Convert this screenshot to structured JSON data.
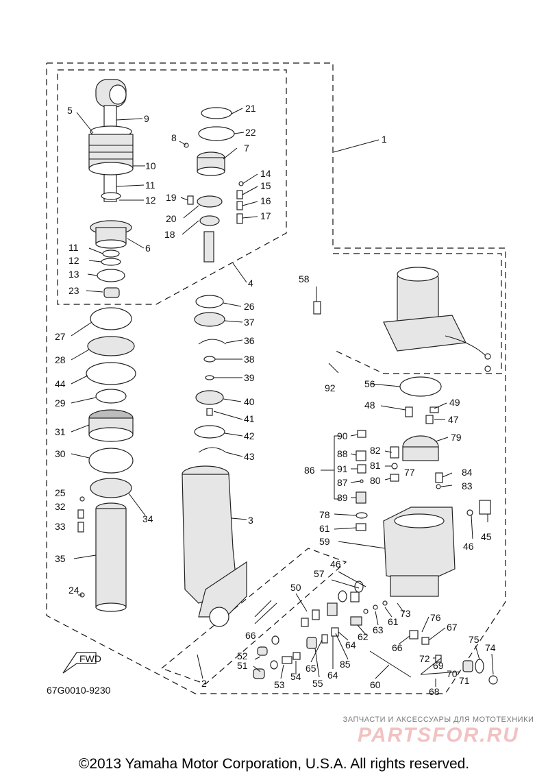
{
  "diagram_code": "67G0010-9230",
  "fwd_label": "FWD",
  "callouts": {
    "p1": "1",
    "p2": "2",
    "p3": "3",
    "p4": "4",
    "p5": "5",
    "p6": "6",
    "p7": "7",
    "p8": "8",
    "p9": "9",
    "p10": "10",
    "p11a": "11",
    "p11b": "11",
    "p12a": "12",
    "p12b": "12",
    "p13": "13",
    "p14": "14",
    "p15": "15",
    "p16": "16",
    "p17": "17",
    "p18": "18",
    "p19": "19",
    "p20": "20",
    "p21": "21",
    "p22": "22",
    "p23": "23",
    "p24": "24",
    "p25": "25",
    "p26": "26",
    "p27": "27",
    "p28": "28",
    "p29": "29",
    "p30": "30",
    "p31": "31",
    "p32": "32",
    "p33": "33",
    "p34": "34",
    "p35": "35",
    "p36": "36",
    "p37": "37",
    "p38": "38",
    "p39": "39",
    "p40": "40",
    "p41": "41",
    "p42": "42",
    "p43": "43",
    "p44": "44",
    "p45": "45",
    "p46a": "46",
    "p46b": "46",
    "p47": "47",
    "p48": "48",
    "p49": "49",
    "p50": "50",
    "p51": "51",
    "p52": "52",
    "p53": "53",
    "p54": "54",
    "p55": "55",
    "p56": "56",
    "p57": "57",
    "p58": "58",
    "p59": "59",
    "p60": "60",
    "p61a": "61",
    "p61b": "61",
    "p62": "62",
    "p63": "63",
    "p64a": "64",
    "p64b": "64",
    "p65": "65",
    "p66a": "66",
    "p66b": "66",
    "p67": "67",
    "p68": "68",
    "p69": "69",
    "p70": "70",
    "p71": "71",
    "p72": "72",
    "p73": "73",
    "p74": "74",
    "p75": "75",
    "p76": "76",
    "p77": "77",
    "p78": "78",
    "p79": "79",
    "p80": "80",
    "p81": "81",
    "p82": "82",
    "p83": "83",
    "p84": "84",
    "p85": "85",
    "p86": "86",
    "p87": "87",
    "p88": "88",
    "p89": "89",
    "p90": "90",
    "p91": "91",
    "p92": "92"
  },
  "watermark": {
    "tagline": "ЗАПЧАСТИ И АКСЕССУАРЫ ДЛЯ МОТОТЕХНИКИ",
    "logo": "PARTSFOR.RU"
  },
  "copyright": "©2013 Yamaha Motor Corporation, U.S.A. All rights reserved.",
  "colors": {
    "line": "#111111",
    "watermark_logo": "#f2c2c2",
    "watermark_text": "#7a7a7a"
  }
}
